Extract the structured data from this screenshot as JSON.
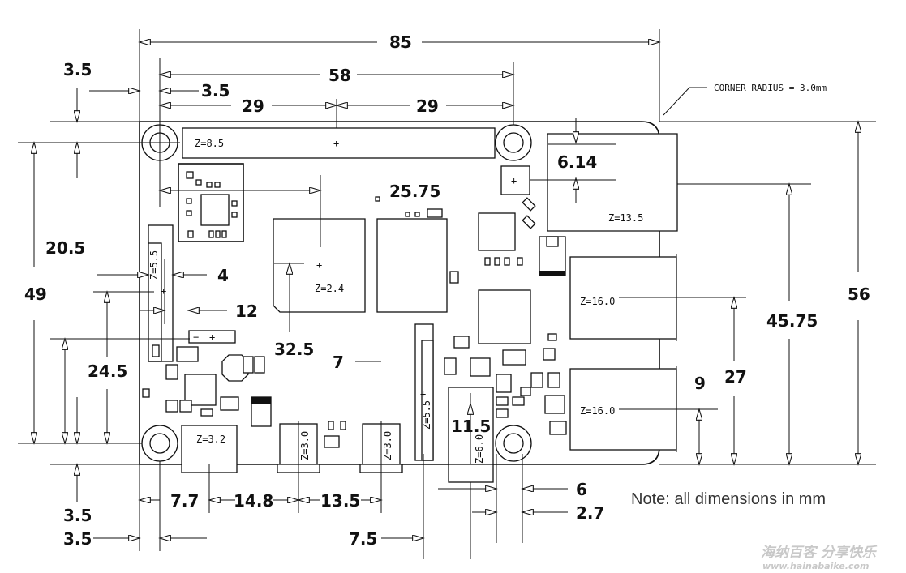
{
  "dimensions": {
    "d85": "85",
    "d58": "58",
    "d3_5_top_left": "3.5",
    "d3_5_top_inner": "3.5",
    "d29_left": "29",
    "d29_right": "29",
    "d6_14": "6.14",
    "d25_75": "25.75",
    "d20_5": "20.5",
    "d49": "49",
    "d4": "4",
    "d12": "12",
    "d24_5": "24.5",
    "d32_5": "32.5",
    "d7": "7",
    "d11_5": "11.5",
    "d45_75": "45.75",
    "d56": "56",
    "d27": "27",
    "d9": "9",
    "d7_7": "7.7",
    "d14_8": "14.8",
    "d13_5": "13.5",
    "d3_5_bottom_a": "3.5",
    "d3_5_bottom_b": "3.5",
    "d7_5": "7.5",
    "d6": "6",
    "d2_7": "2.7"
  },
  "z_labels": {
    "gpio": "Z=8.5",
    "soc": "Z=2.4",
    "ethernet": "Z=13.5",
    "usb_top": "Z=16.0",
    "usb_bottom": "Z=16.0",
    "usbc": "Z=3.2",
    "hdmi1": "Z=3.0",
    "hdmi2": "Z=3.0",
    "display": "Z=5.5",
    "camera": "Z=5.5",
    "audio": "Z=6.0"
  },
  "corner_radius_note": "CORNER RADIUS = 3.0mm",
  "note": "Note: all dimensions in mm",
  "watermark": {
    "line1": "海纳百客 分享快乐",
    "line2": "www.hainabaike.com"
  },
  "colors": {
    "ink": "#111111",
    "note": "#333333",
    "watermark": "#c8c8c8"
  }
}
